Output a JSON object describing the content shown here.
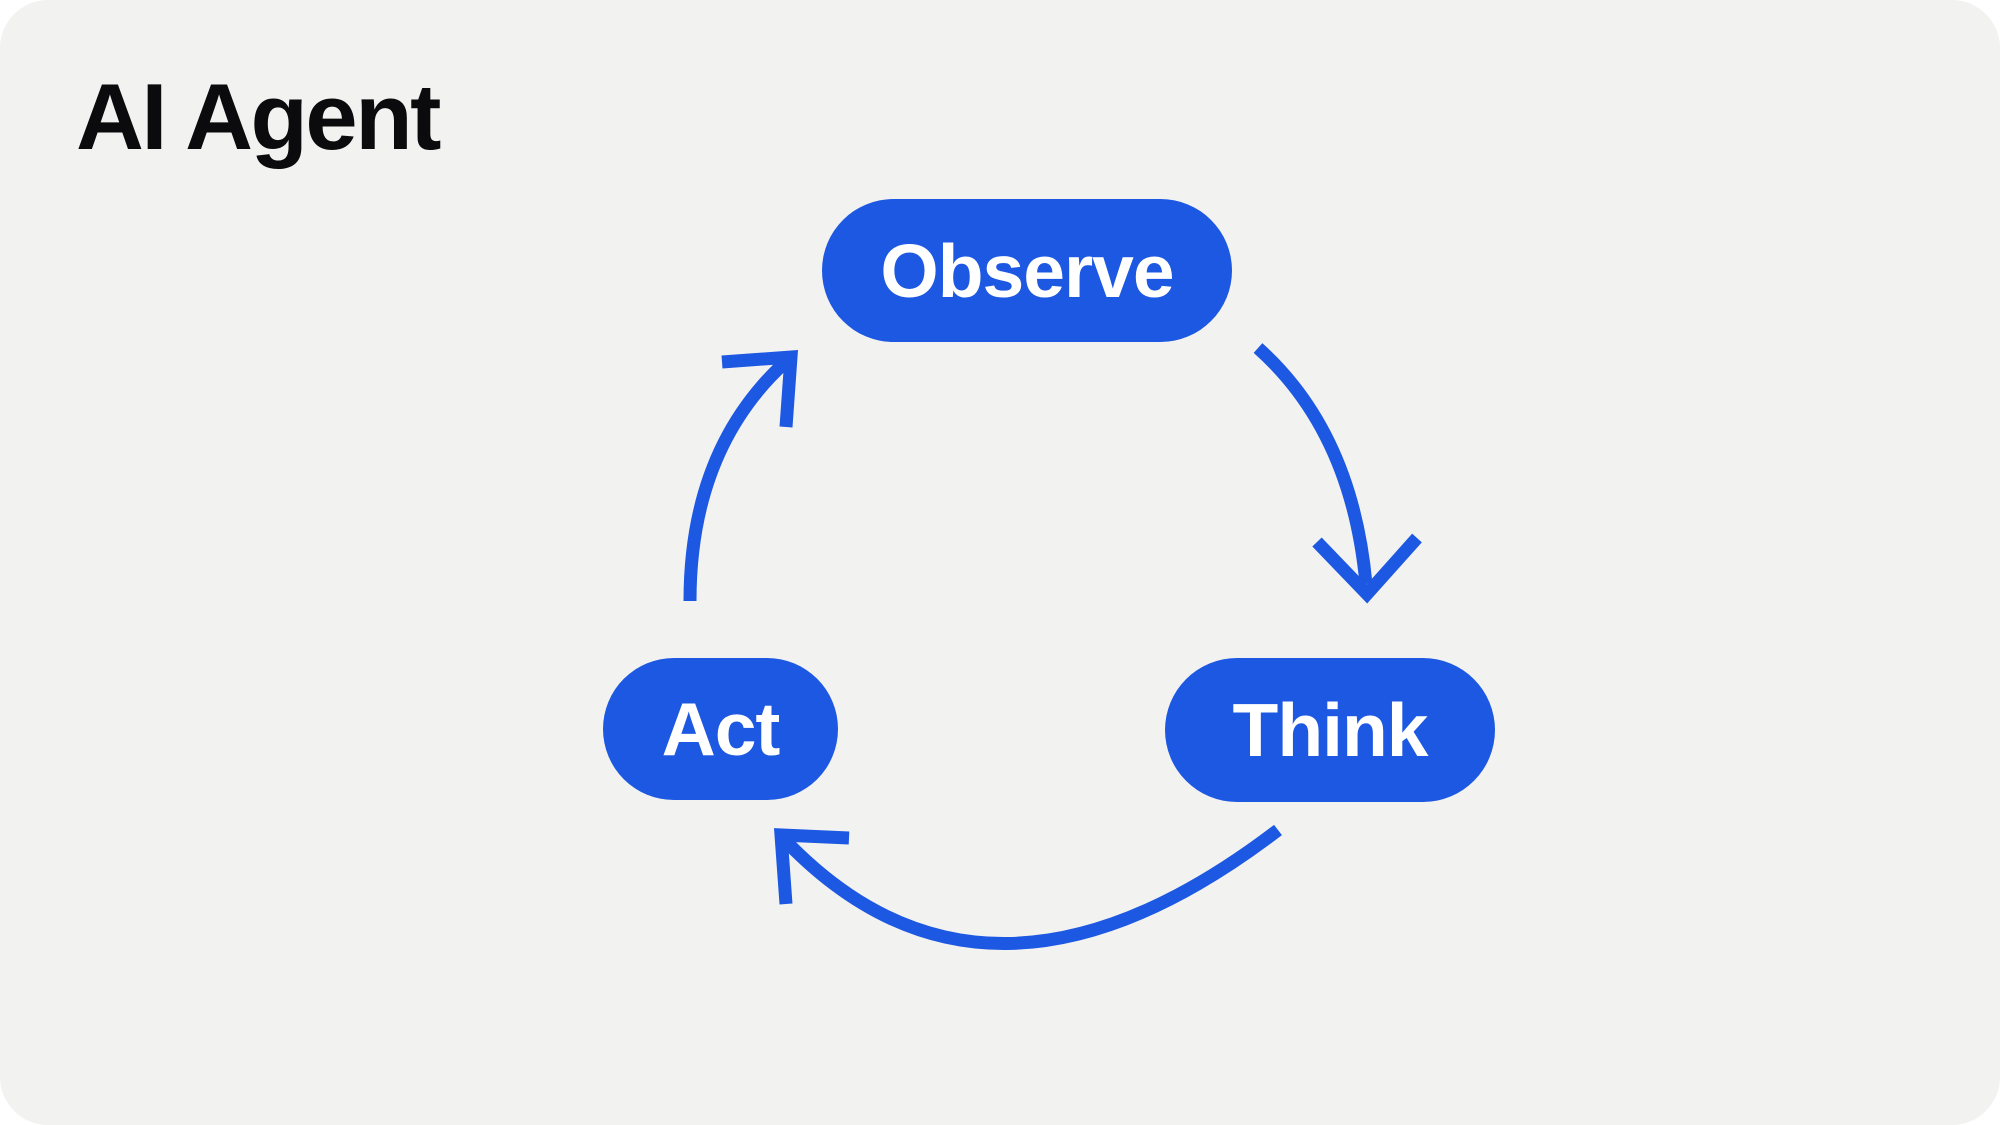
{
  "page": {
    "title": "AI Agent"
  },
  "colors": {
    "page_background": "#FFFFFF",
    "card_background": "#F2F2F1",
    "accent_blue": "#1D58E2",
    "node_text": "#FFFFFF",
    "title_text": "#0B0B0D"
  },
  "diagram": {
    "nodes": [
      {
        "id": "observe",
        "label": "Observe"
      },
      {
        "id": "think",
        "label": "Think"
      },
      {
        "id": "act",
        "label": "Act"
      }
    ],
    "edges": [
      {
        "from": "Observe",
        "to": "Think"
      },
      {
        "from": "Think",
        "to": "Act"
      },
      {
        "from": "Act",
        "to": "Observe"
      }
    ]
  }
}
